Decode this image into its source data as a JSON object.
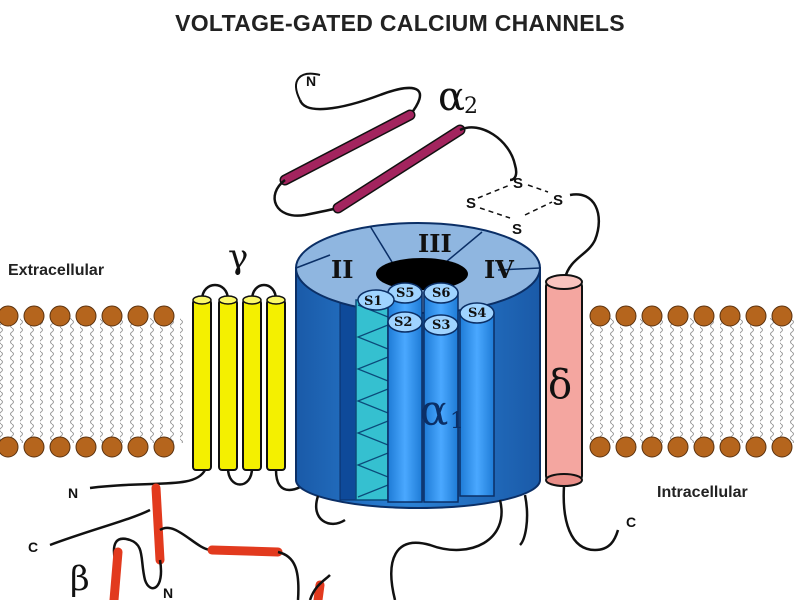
{
  "title": "VOLTAGE-GATED CALCIUM CHANNELS",
  "regions": {
    "extracellular": "Extracellular",
    "intracellular": "Intracellular"
  },
  "subunits": {
    "alpha2": "α",
    "alpha2_sub": "2",
    "alpha1": "α",
    "alpha1_sub": "1",
    "gamma": "γ",
    "delta": "δ",
    "beta": "β"
  },
  "domains": [
    "II",
    "III",
    "IV"
  ],
  "segments": [
    "S1",
    "S5",
    "S6",
    "S2",
    "S3",
    "S4"
  ],
  "termini": {
    "alpha2_n": "N",
    "gamma_n": "N",
    "beta_c": "C",
    "beta_n": "N",
    "delta_c": "C"
  },
  "disulfide": [
    "S",
    "S",
    "S",
    "S"
  ],
  "colors": {
    "gamma_helix": "#f4f000",
    "delta_helix": "#f4a6a0",
    "alpha2_bar": "#a3245e",
    "alpha1_body": "#1f6fc4",
    "beta_helix": "#e23a1e",
    "lipid_head": "#b5651d"
  }
}
